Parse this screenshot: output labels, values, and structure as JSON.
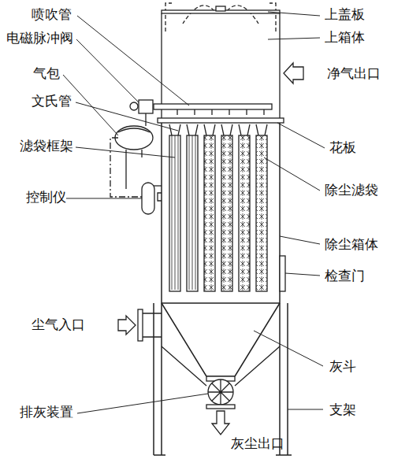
{
  "diagram": {
    "labels": [
      "喷吹管",
      "电磁脉冲阀",
      "气包",
      "文氏管",
      "滤袋框架",
      "控制仪",
      "尘气入口",
      "排灰装置",
      "上盖板",
      "上箱体",
      "净气出口",
      "花板",
      "除尘滤袋",
      "除尘箱体",
      "检查门",
      "灰斗",
      "支架",
      "灰尘出口"
    ]
  }
}
